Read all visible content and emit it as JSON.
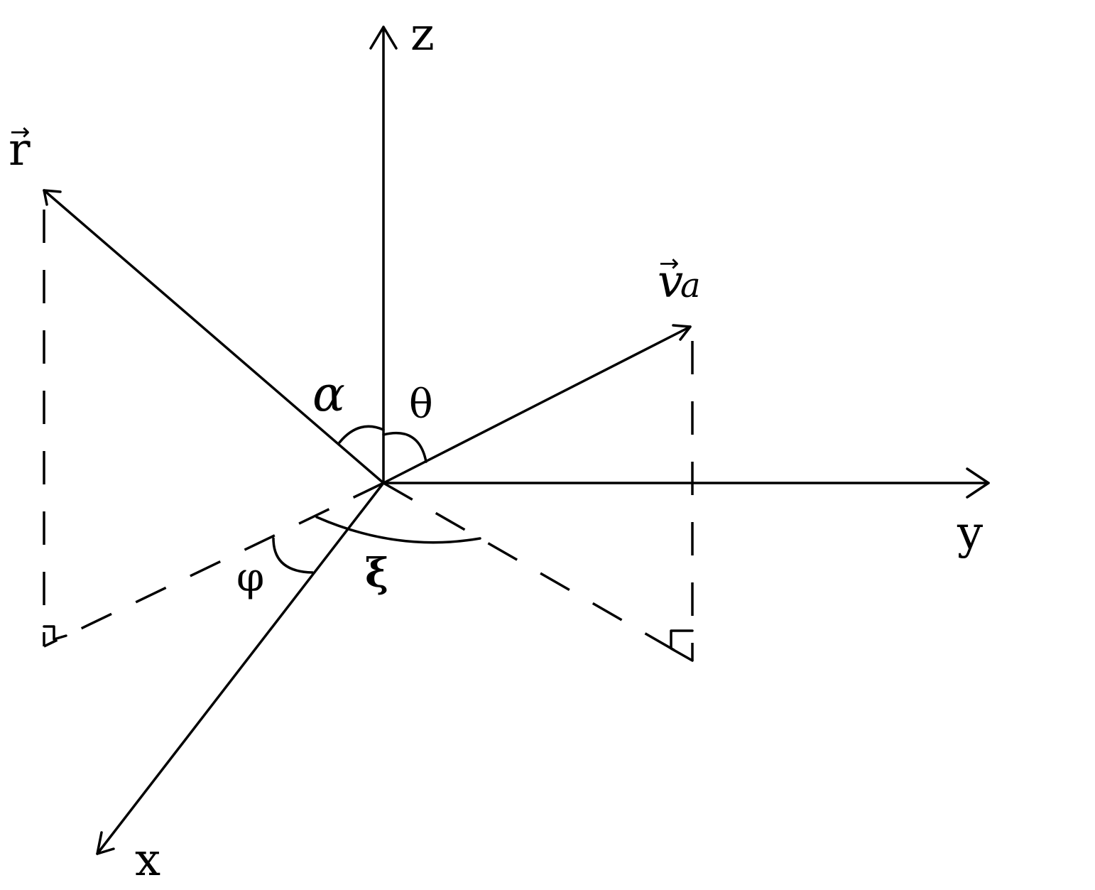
{
  "labels": {
    "z_axis": "z",
    "y_axis": "y",
    "x_axis": "x",
    "vector_r": "r",
    "vector_va_main": "v",
    "vector_va_sub": "a",
    "angle_alpha": "α",
    "angle_theta": "θ",
    "angle_phi": "φ",
    "angle_xi": "ξ",
    "vector_arrow": "→"
  },
  "colors": {
    "stroke": "#000000",
    "background": "#ffffff"
  }
}
